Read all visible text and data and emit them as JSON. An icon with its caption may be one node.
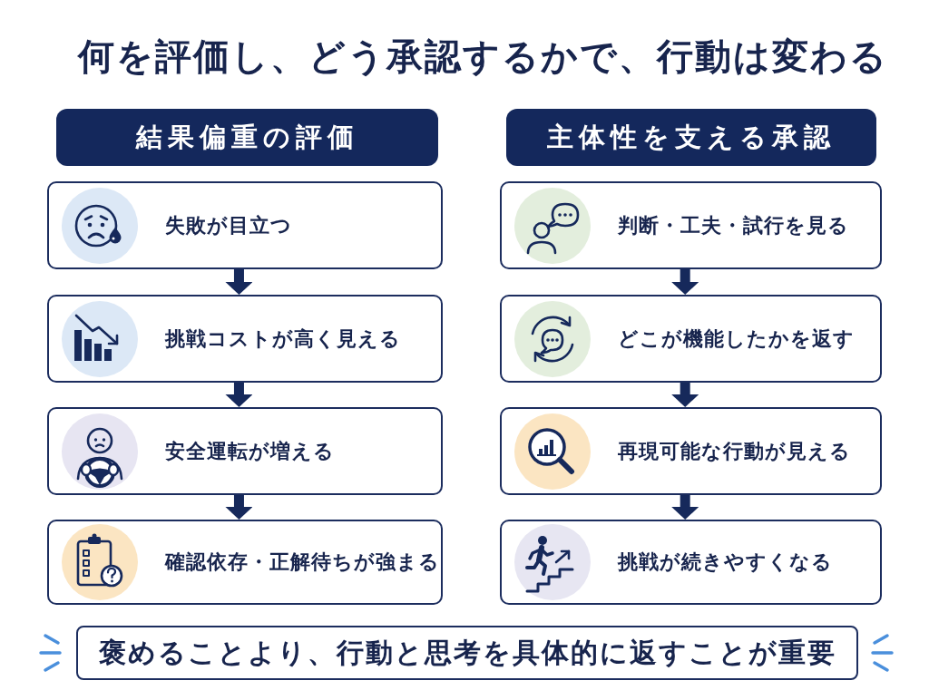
{
  "diagram": {
    "title": "何を評価し、どう承認するかで、行動は変わる",
    "nodes": [
      {
        "text": [
          "結果偏重の評価"
        ]
      },
      {
        "text": [
          "失敗が目立つ"
        ]
      },
      {
        "text": [
          "挑戦コストが高く見える"
        ]
      },
      {
        "text": [
          "安全運転が増える"
        ]
      },
      {
        "text": [
          "確認依存・正解待ちが強まる"
        ]
      },
      {
        "text": [
          "主体性を支える承認"
        ]
      },
      {
        "text": [
          "判断・工夫・試行を見る"
        ]
      },
      {
        "text": [
          "どこが機能したかを返す"
        ]
      },
      {
        "text": [
          "再現可能な行動が見える"
        ]
      },
      {
        "text": [
          "挑戦が続きやすくなる"
        ]
      },
      {
        "text": [
          "褒めることより、行動と思考を具体的に返すことが重要"
        ]
      }
    ],
    "edges": [
      {
        "from": 1,
        "to": 2,
        "arrow": "to"
      },
      {
        "from": 2,
        "to": 3,
        "arrow": "to"
      },
      {
        "from": 3,
        "to": 4,
        "arrow": "to"
      },
      {
        "from": 6,
        "to": 7,
        "arrow": "to"
      },
      {
        "from": 7,
        "to": 8,
        "arrow": "to"
      },
      {
        "from": 8,
        "to": 9,
        "arrow": "to"
      }
    ]
  }
}
